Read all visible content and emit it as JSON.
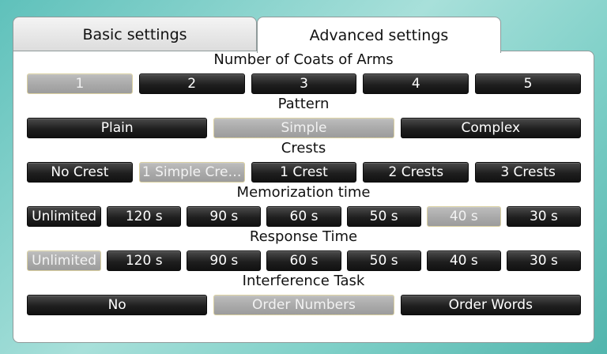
{
  "tabs": {
    "basic": "Basic settings",
    "advanced": "Advanced settings"
  },
  "sections": {
    "coats": {
      "label": "Number of Coats of Arms",
      "options": [
        "1",
        "2",
        "3",
        "4",
        "5"
      ],
      "selected": "1"
    },
    "pattern": {
      "label": "Pattern",
      "options": [
        "Plain",
        "Simple",
        "Complex"
      ],
      "selected": "Simple"
    },
    "crests": {
      "label": "Crests",
      "options": [
        "No Crest",
        "1 Simple Cre…",
        "1 Crest",
        "2 Crests",
        "3 Crests"
      ],
      "selected": "1 Simple Cre…"
    },
    "memorization": {
      "label": "Memorization time",
      "options": [
        "Unlimited",
        "120 s",
        "90 s",
        "60 s",
        "50 s",
        "40 s",
        "30 s"
      ],
      "selected": "40 s"
    },
    "response": {
      "label": "Response Time",
      "options": [
        "Unlimited",
        "120 s",
        "90 s",
        "60 s",
        "50 s",
        "40 s",
        "30 s"
      ],
      "selected": "Unlimited"
    },
    "interference": {
      "label": "Interference Task",
      "options": [
        "No",
        "Order Numbers",
        "Order Words"
      ],
      "selected": "Order Numbers"
    }
  }
}
